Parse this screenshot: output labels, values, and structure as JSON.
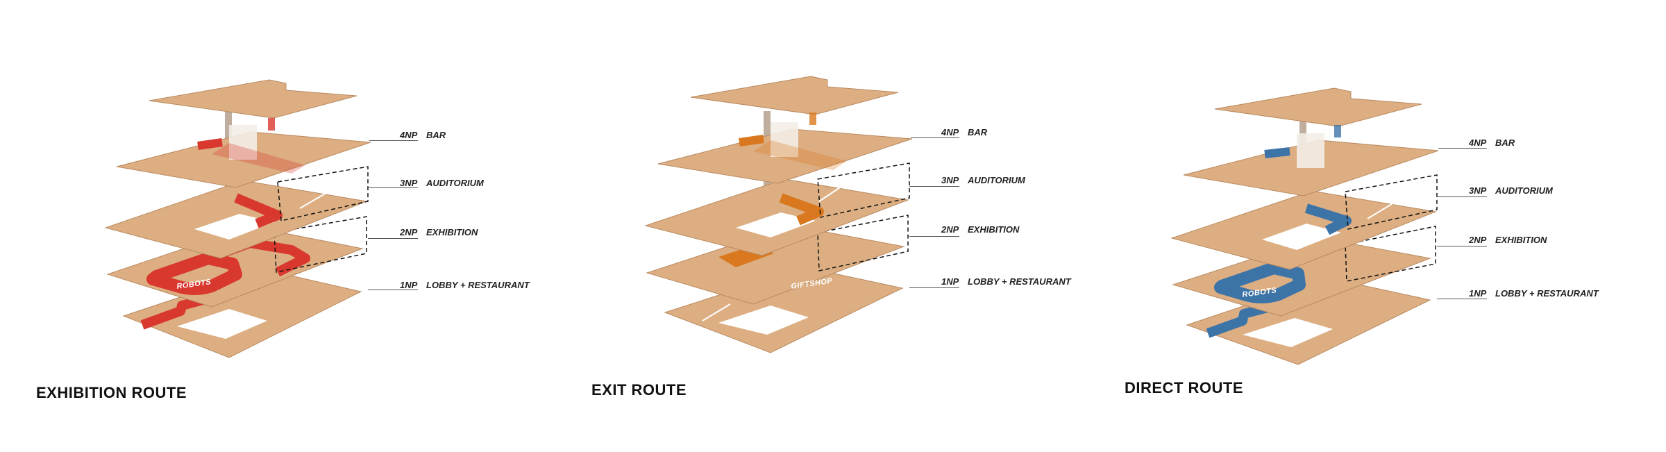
{
  "diagrams": [
    {
      "title": "EXHIBITION ROUTE",
      "route_color": "#d9382f",
      "route_label": "ROBOTS",
      "floors": [
        {
          "code": "4NP",
          "name": "BAR"
        },
        {
          "code": "3NP",
          "name": "AUDITORIUM"
        },
        {
          "code": "2NP",
          "name": "EXHIBITION"
        },
        {
          "code": "1NP",
          "name": "LOBBY + RESTAURANT"
        }
      ]
    },
    {
      "title": "EXIT ROUTE",
      "route_color": "#d9781f",
      "route_label": "GIFTSHOP",
      "floors": [
        {
          "code": "4NP",
          "name": "BAR"
        },
        {
          "code": "3NP",
          "name": "AUDITORIUM"
        },
        {
          "code": "2NP",
          "name": "EXHIBITION"
        },
        {
          "code": "1NP",
          "name": "LOBBY + RESTAURANT"
        }
      ]
    },
    {
      "title": "DIRECT ROUTE",
      "route_color": "#3d74a8",
      "route_label": "ROBOTS",
      "floors": [
        {
          "code": "4NP",
          "name": "BAR"
        },
        {
          "code": "3NP",
          "name": "AUDITORIUM"
        },
        {
          "code": "2NP",
          "name": "EXHIBITION"
        },
        {
          "code": "1NP",
          "name": "LOBBY + RESTAURANT"
        }
      ]
    }
  ],
  "colors": {
    "slab": "#dcae82",
    "slab_edge": "#b98a60",
    "core": "#f3ede6"
  }
}
